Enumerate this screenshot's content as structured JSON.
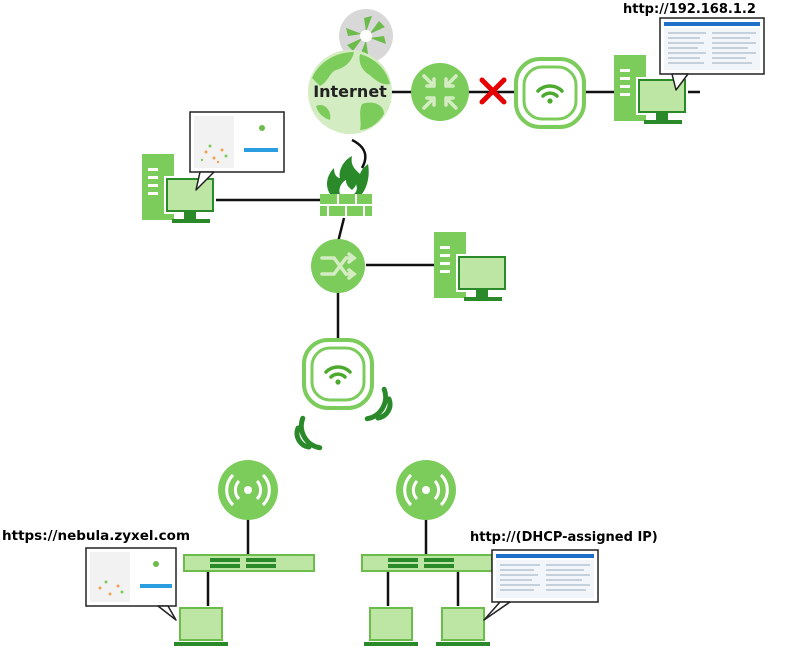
{
  "labels": {
    "internet": "Internet",
    "local_gui_url": "http://192.168.1.2",
    "nebula_url": "https://nebula.zyxel.com",
    "dhcp_url": "http://(DHCP-assigned IP)"
  },
  "colors": {
    "device_green": "#7ccc5c",
    "device_dark": "#2a8a2a",
    "light_green": "#bde6a4",
    "line": "#111111",
    "blocked_x": "#e60000"
  },
  "icons": [
    "nebula-cloud-logo-icon",
    "globe-icon",
    "router-icon",
    "access-point-icon",
    "firewall-icon",
    "switch-icon",
    "wireless-signal-icon",
    "wireless-extender-icon",
    "desktop-computer-icon",
    "laptop-icon",
    "blocked-connection-icon"
  ]
}
